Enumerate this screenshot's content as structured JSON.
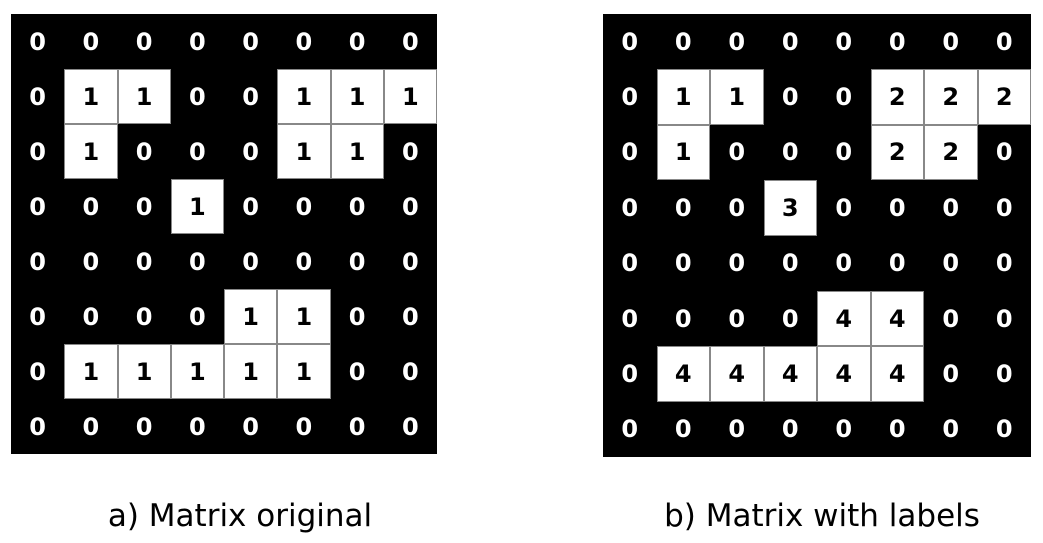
{
  "matrices": [
    {
      "caption": "a) Matrix original",
      "rows": [
        [
          0,
          0,
          0,
          0,
          0,
          0,
          0,
          0
        ],
        [
          0,
          1,
          1,
          0,
          0,
          1,
          1,
          1
        ],
        [
          0,
          1,
          0,
          0,
          0,
          1,
          1,
          0
        ],
        [
          0,
          0,
          0,
          1,
          0,
          0,
          0,
          0
        ],
        [
          0,
          0,
          0,
          0,
          0,
          0,
          0,
          0
        ],
        [
          0,
          0,
          0,
          0,
          1,
          1,
          0,
          0
        ],
        [
          0,
          1,
          1,
          1,
          1,
          1,
          0,
          0
        ],
        [
          0,
          0,
          0,
          0,
          0,
          0,
          0,
          0
        ]
      ]
    },
    {
      "caption": "b) Matrix with labels",
      "rows": [
        [
          0,
          0,
          0,
          0,
          0,
          0,
          0,
          0
        ],
        [
          0,
          1,
          1,
          0,
          0,
          2,
          2,
          2
        ],
        [
          0,
          1,
          0,
          0,
          0,
          2,
          2,
          0
        ],
        [
          0,
          0,
          0,
          3,
          0,
          0,
          0,
          0
        ],
        [
          0,
          0,
          0,
          0,
          0,
          0,
          0,
          0
        ],
        [
          0,
          0,
          0,
          0,
          4,
          4,
          0,
          0
        ],
        [
          0,
          4,
          4,
          4,
          4,
          4,
          0,
          0
        ],
        [
          0,
          0,
          0,
          0,
          0,
          0,
          0,
          0
        ]
      ]
    }
  ],
  "colors": {
    "background_cell": "#000000",
    "foreground_cell": "#ffffff"
  }
}
